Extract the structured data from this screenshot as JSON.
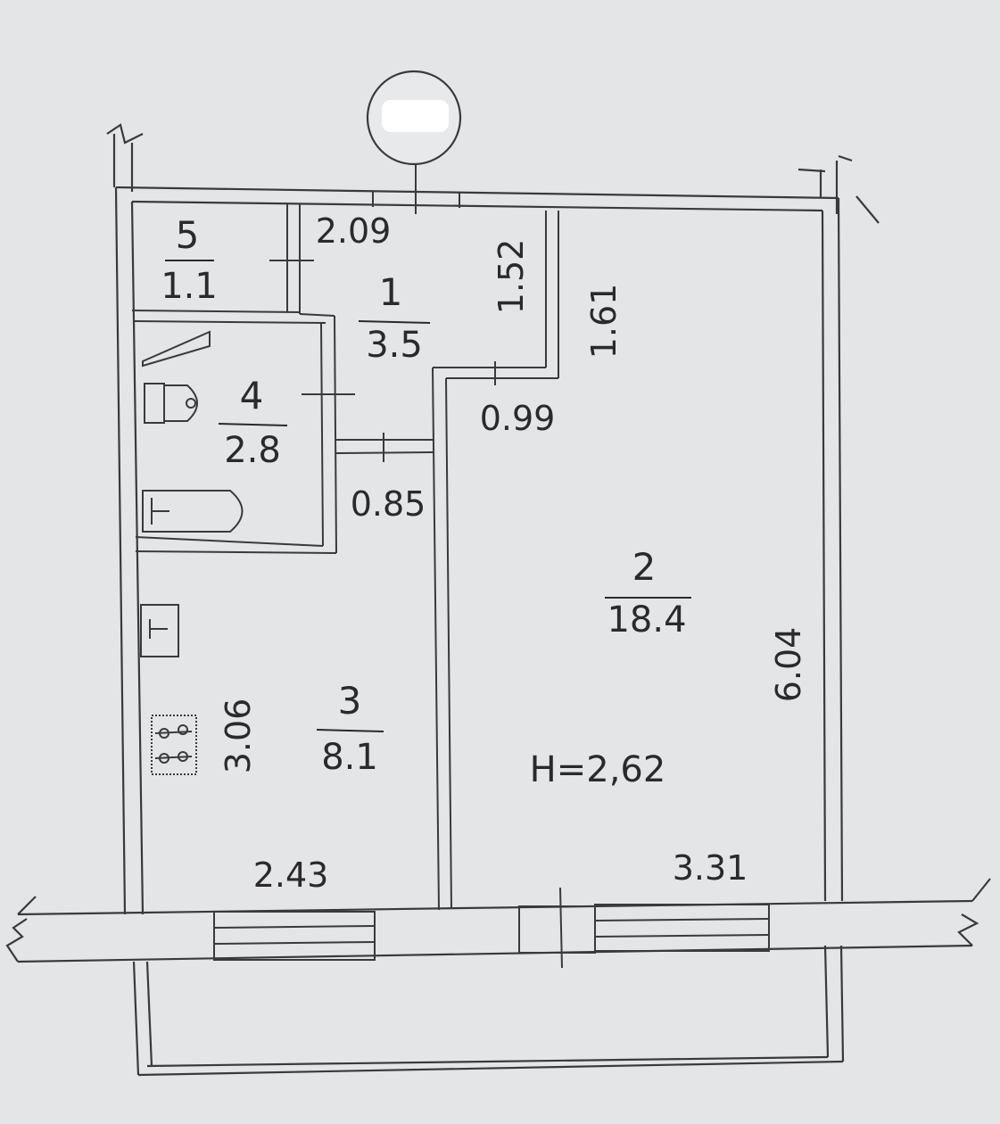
{
  "plan": {
    "ceiling_height": "H=2,62",
    "north_marker": "",
    "rooms": [
      {
        "id": "1",
        "number": "1",
        "area": "3.5"
      },
      {
        "id": "2",
        "number": "2",
        "area": "18.4"
      },
      {
        "id": "3",
        "number": "3",
        "area": "8.1"
      },
      {
        "id": "4",
        "number": "4",
        "area": "2.8"
      },
      {
        "id": "5",
        "number": "5",
        "area": "1.1"
      }
    ],
    "dimensions": {
      "d209": "2.09",
      "d152": "1.52",
      "d161": "1.61",
      "d099": "0.99",
      "d085": "0.85",
      "d306": "3.06",
      "d604": "6.04",
      "d243": "2.43",
      "d331": "3.31"
    }
  }
}
